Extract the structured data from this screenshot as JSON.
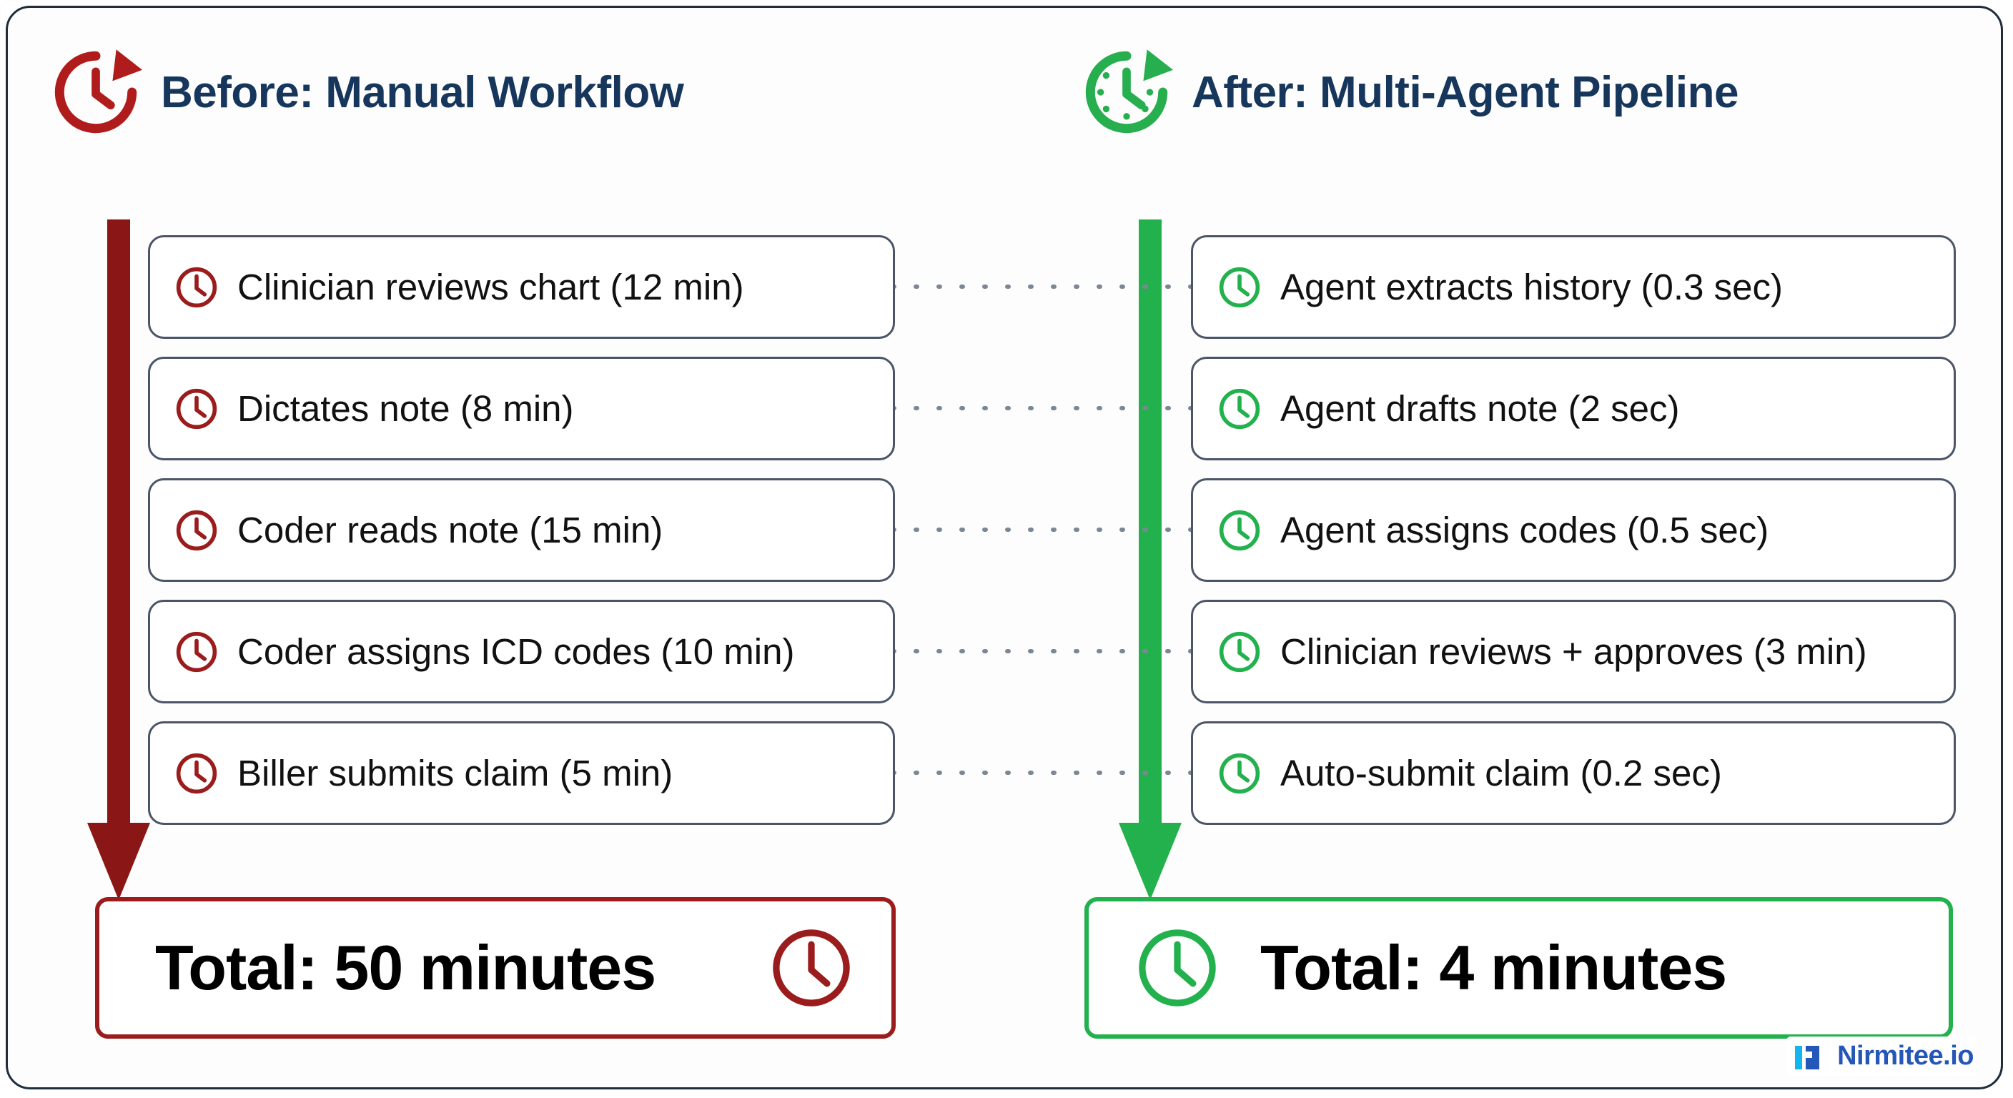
{
  "columns": {
    "before": {
      "title": "Before: Manual Workflow",
      "accent_color": "#9b1c1c",
      "icon_name": "clock-rotate-icon",
      "arrow_name": "downward-flow-arrow",
      "steps": [
        {
          "label": "Clinician reviews chart (12 min)",
          "icon": "clock-icon"
        },
        {
          "label": "Dictates note (8 min)",
          "icon": "clock-icon"
        },
        {
          "label": "Coder reads note (15 min)",
          "icon": "clock-icon"
        },
        {
          "label": "Coder assigns ICD codes (10 min)",
          "icon": "clock-icon"
        },
        {
          "label": "Biller submits claim (5 min)",
          "icon": "clock-icon"
        }
      ],
      "total": {
        "label": "Total: 50 minutes",
        "icon": "clock-icon",
        "icon_side": "right"
      }
    },
    "after": {
      "title": "After: Multi-Agent Pipeline",
      "accent_color": "#22b14c",
      "icon_name": "clock-rotate-ticks-icon",
      "arrow_name": "downward-flow-arrow",
      "steps": [
        {
          "label": "Agent extracts history (0.3 sec)",
          "icon": "clock-icon"
        },
        {
          "label": "Agent drafts note (2 sec)",
          "icon": "clock-icon"
        },
        {
          "label": "Agent assigns codes (0.5 sec)",
          "icon": "clock-icon"
        },
        {
          "label": "Clinician reviews + approves (3 min)",
          "icon": "clock-icon"
        },
        {
          "label": "Auto-submit claim (0.2 sec)",
          "icon": "clock-icon"
        }
      ],
      "total": {
        "label": "Total: 4 minutes",
        "icon": "clock-icon",
        "icon_side": "left"
      }
    }
  },
  "connectors": {
    "count": 5,
    "style": "dotted",
    "color": "#7b8794"
  },
  "brand": {
    "name": "Nirmitee.io",
    "mark_name": "nirmitee-logo-mark",
    "mark_colors": [
      "#12b5f0",
      "#2457b8"
    ],
    "text_color": "#2457b8"
  },
  "theme": {
    "frame_border": "#1f2d3d",
    "title_color": "#16365c",
    "step_border": "#4a5568",
    "background": "#fdfdfd"
  }
}
